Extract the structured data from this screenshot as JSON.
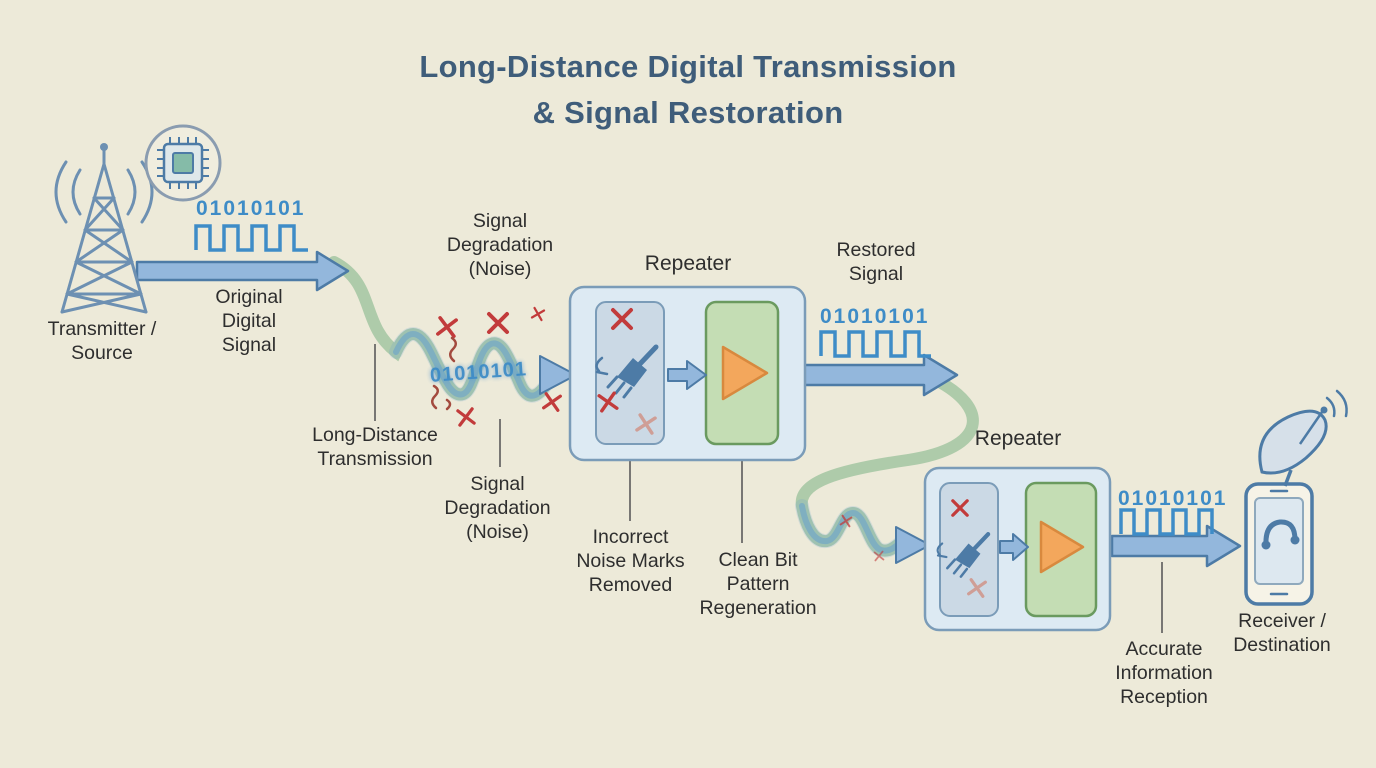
{
  "title": "Long-Distance Digital Transmission\n& Signal Restoration",
  "transmitter": {
    "label": "Transmitter /\nSource"
  },
  "source_signal": {
    "binary": "01010101",
    "label": "Original\nDigital\nSignal"
  },
  "transmission": {
    "path_label": "Long-Distance\nTransmission",
    "degradation_label_top": "Signal\nDegradation\n(Noise)",
    "degradation_label_bottom": "Signal\nDegradation\n(Noise)",
    "noisy_binary": "01010101"
  },
  "repeater1": {
    "label": "Repeater",
    "noise_removed_label": "Incorrect\nNoise Marks\nRemoved",
    "regeneration_label": "Clean Bit\nPattern\nRegeneration"
  },
  "restored_signal": {
    "label": "Restored\nSignal",
    "binary": "01010101"
  },
  "repeater2": {
    "label": "Repeater"
  },
  "final_signal": {
    "binary": "01010101",
    "reception_label": "Accurate\nInformation\nReception"
  },
  "receiver": {
    "label": "Receiver /\nDestination"
  },
  "icons": {
    "transmitter_tower_icon": "lattice radio tower with signal waves",
    "chip_icon": "microchip in circle",
    "noise_x_icon": "✕",
    "noise_brush_icon": "cleaning brush sweeping noise",
    "amplifier_icon": "right-pointing orange triangle",
    "receiver_phone_icon": "smartphone with phone handset",
    "satellite_dish_icon": "satellite dish"
  },
  "colors": {
    "background": "#edead9",
    "title_text": "#3f5d7a",
    "label_text": "#2e2e2e",
    "signal_blue": "#3e8cc7",
    "arrow_fill": "#93b7dc",
    "arrow_stroke": "#4d7ba6",
    "wave_green": "#aecbaa",
    "wave_fuzz_blue": "#5f9bd0",
    "repeater_fill": "#ddeaf3",
    "repeater_stroke": "#7b9cb8",
    "noise_box_fill": "#cbd9e5",
    "clean_box_fill": "#c4ddb4",
    "clean_box_stroke": "#6a9a5f",
    "amplifier_orange": "#f3a75c",
    "noise_red": "#c23b3b",
    "icon_blue": "#4d7ba6",
    "pointer_line": "#5a5a5a"
  }
}
